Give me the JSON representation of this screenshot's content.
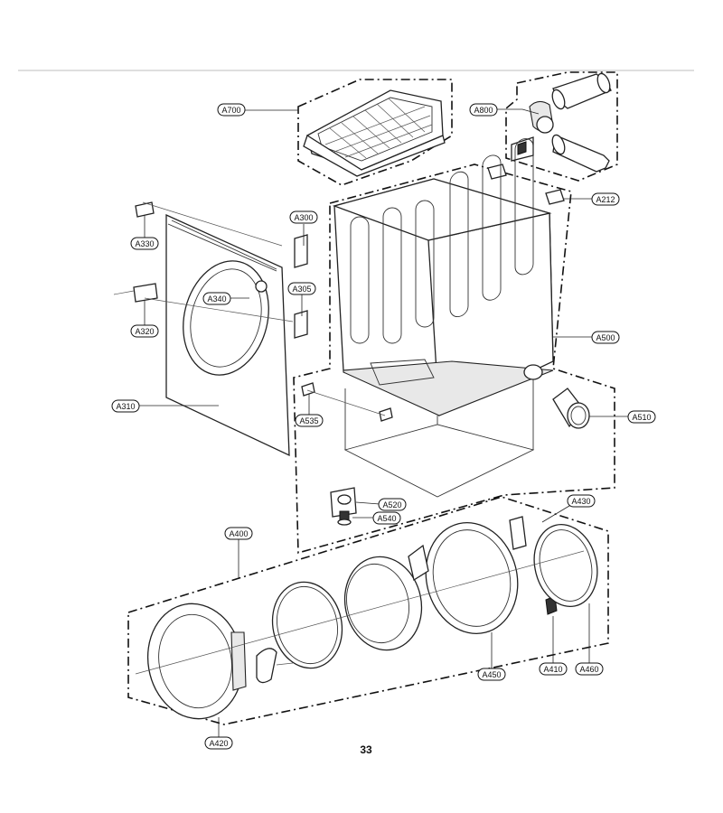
{
  "page_number": "33",
  "callouts": {
    "a700": "A700",
    "a800": "A800",
    "a212": "A212",
    "a300": "A300",
    "a330": "A330",
    "a340": "A340",
    "a305": "A305",
    "a320": "A320",
    "a500": "A500",
    "a310": "A310",
    "a535": "A535",
    "a510": "A510",
    "a520": "A520",
    "a540": "A540",
    "a430": "A430",
    "a400": "A400",
    "a450": "A450",
    "a410": "A410",
    "a460": "A460",
    "a420": "A420"
  }
}
